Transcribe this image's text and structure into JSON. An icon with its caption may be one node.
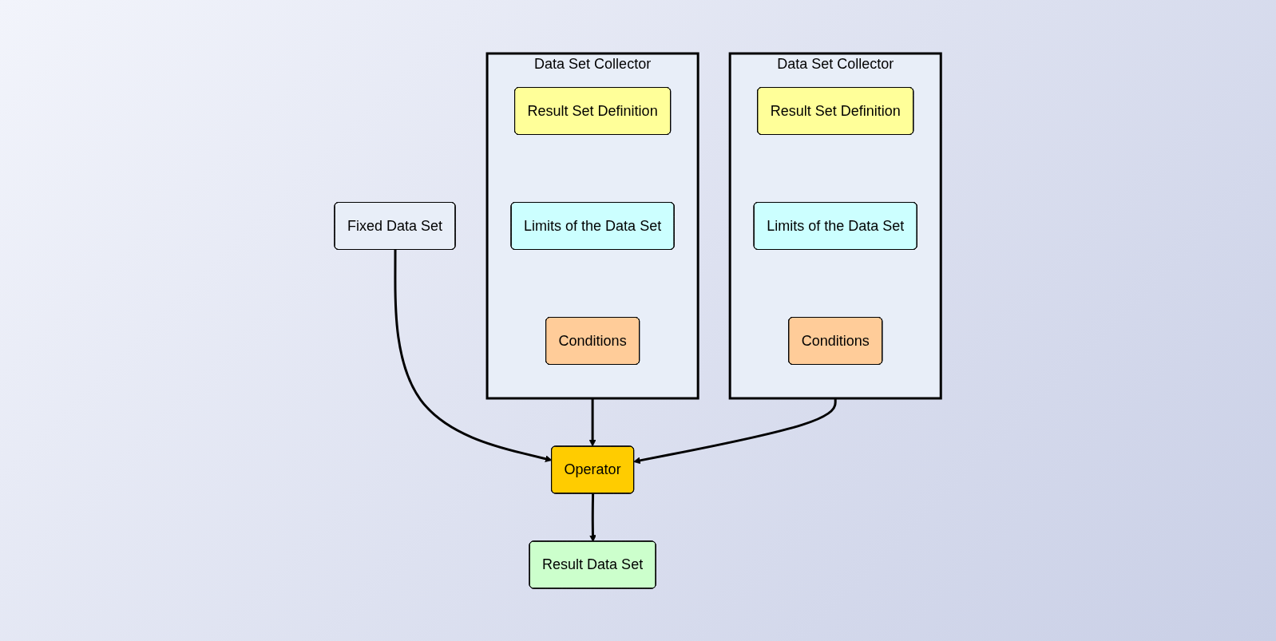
{
  "diagram": {
    "nodes": [
      {
        "text": [
          "Data Set Collector"
        ]
      },
      {
        "text": [
          "Result Set Definition"
        ],
        "in": 0
      },
      {
        "text": [
          "Limits of the Data Set"
        ],
        "in": 0
      },
      {
        "text": [
          "Conditions"
        ],
        "in": 0
      },
      {
        "text": [
          "Data Set Collector"
        ]
      },
      {
        "text": [
          "Result Set Definition"
        ],
        "in": 4
      },
      {
        "text": [
          "Limits of the Data Set"
        ],
        "in": 4
      },
      {
        "text": [
          "Conditions"
        ],
        "in": 4
      },
      {
        "text": [
          "Fixed Data Set"
        ]
      },
      {
        "text": [
          "Operator"
        ]
      },
      {
        "text": [
          "Result Data Set"
        ]
      }
    ],
    "edges": [
      {
        "from": 0,
        "to": 9,
        "arrow": "to"
      },
      {
        "from": 4,
        "to": 9,
        "arrow": "to"
      },
      {
        "from": 8,
        "to": 9,
        "arrow": "to"
      },
      {
        "from": 9,
        "to": 10,
        "arrow": "to"
      }
    ]
  }
}
